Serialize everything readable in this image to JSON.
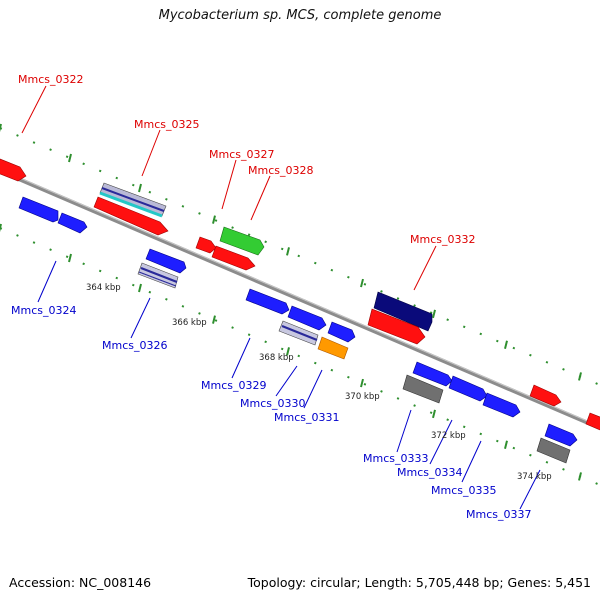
{
  "title": "Mycobacterium sp. MCS, complete genome",
  "footer": {
    "accession": "Accession: NC_008146",
    "topology": "Topology: circular; Length: 5,705,448 bp; Genes: 5,451"
  },
  "colors": {
    "backbone": "#8c8c8c",
    "tick": "#2f8f2f",
    "upper_label": "#dd0000",
    "lower_label": "#0000cc",
    "gene_red": "#ff1010",
    "gene_blue": "#1e1eff",
    "gene_green": "#33cc33",
    "gene_navy": "#0a0a7a",
    "gene_orange": "#ff9900",
    "gene_gray": "#707070"
  },
  "scale_labels": [
    "364 kbp",
    "366 kbp",
    "368 kbp",
    "370 kbp",
    "372 kbp",
    "374 kbp"
  ],
  "upper_labels": [
    "Mmcs_0322",
    "Mmcs_0325",
    "Mmcs_0327",
    "Mmcs_0328",
    "Mmcs_0332"
  ],
  "lower_labels": [
    "Mmcs_0324",
    "Mmcs_0326",
    "Mmcs_0329",
    "Mmcs_0330",
    "Mmcs_0331",
    "Mmcs_0333",
    "Mmcs_0334",
    "Mmcs_0335",
    "Mmcs_0337"
  ]
}
